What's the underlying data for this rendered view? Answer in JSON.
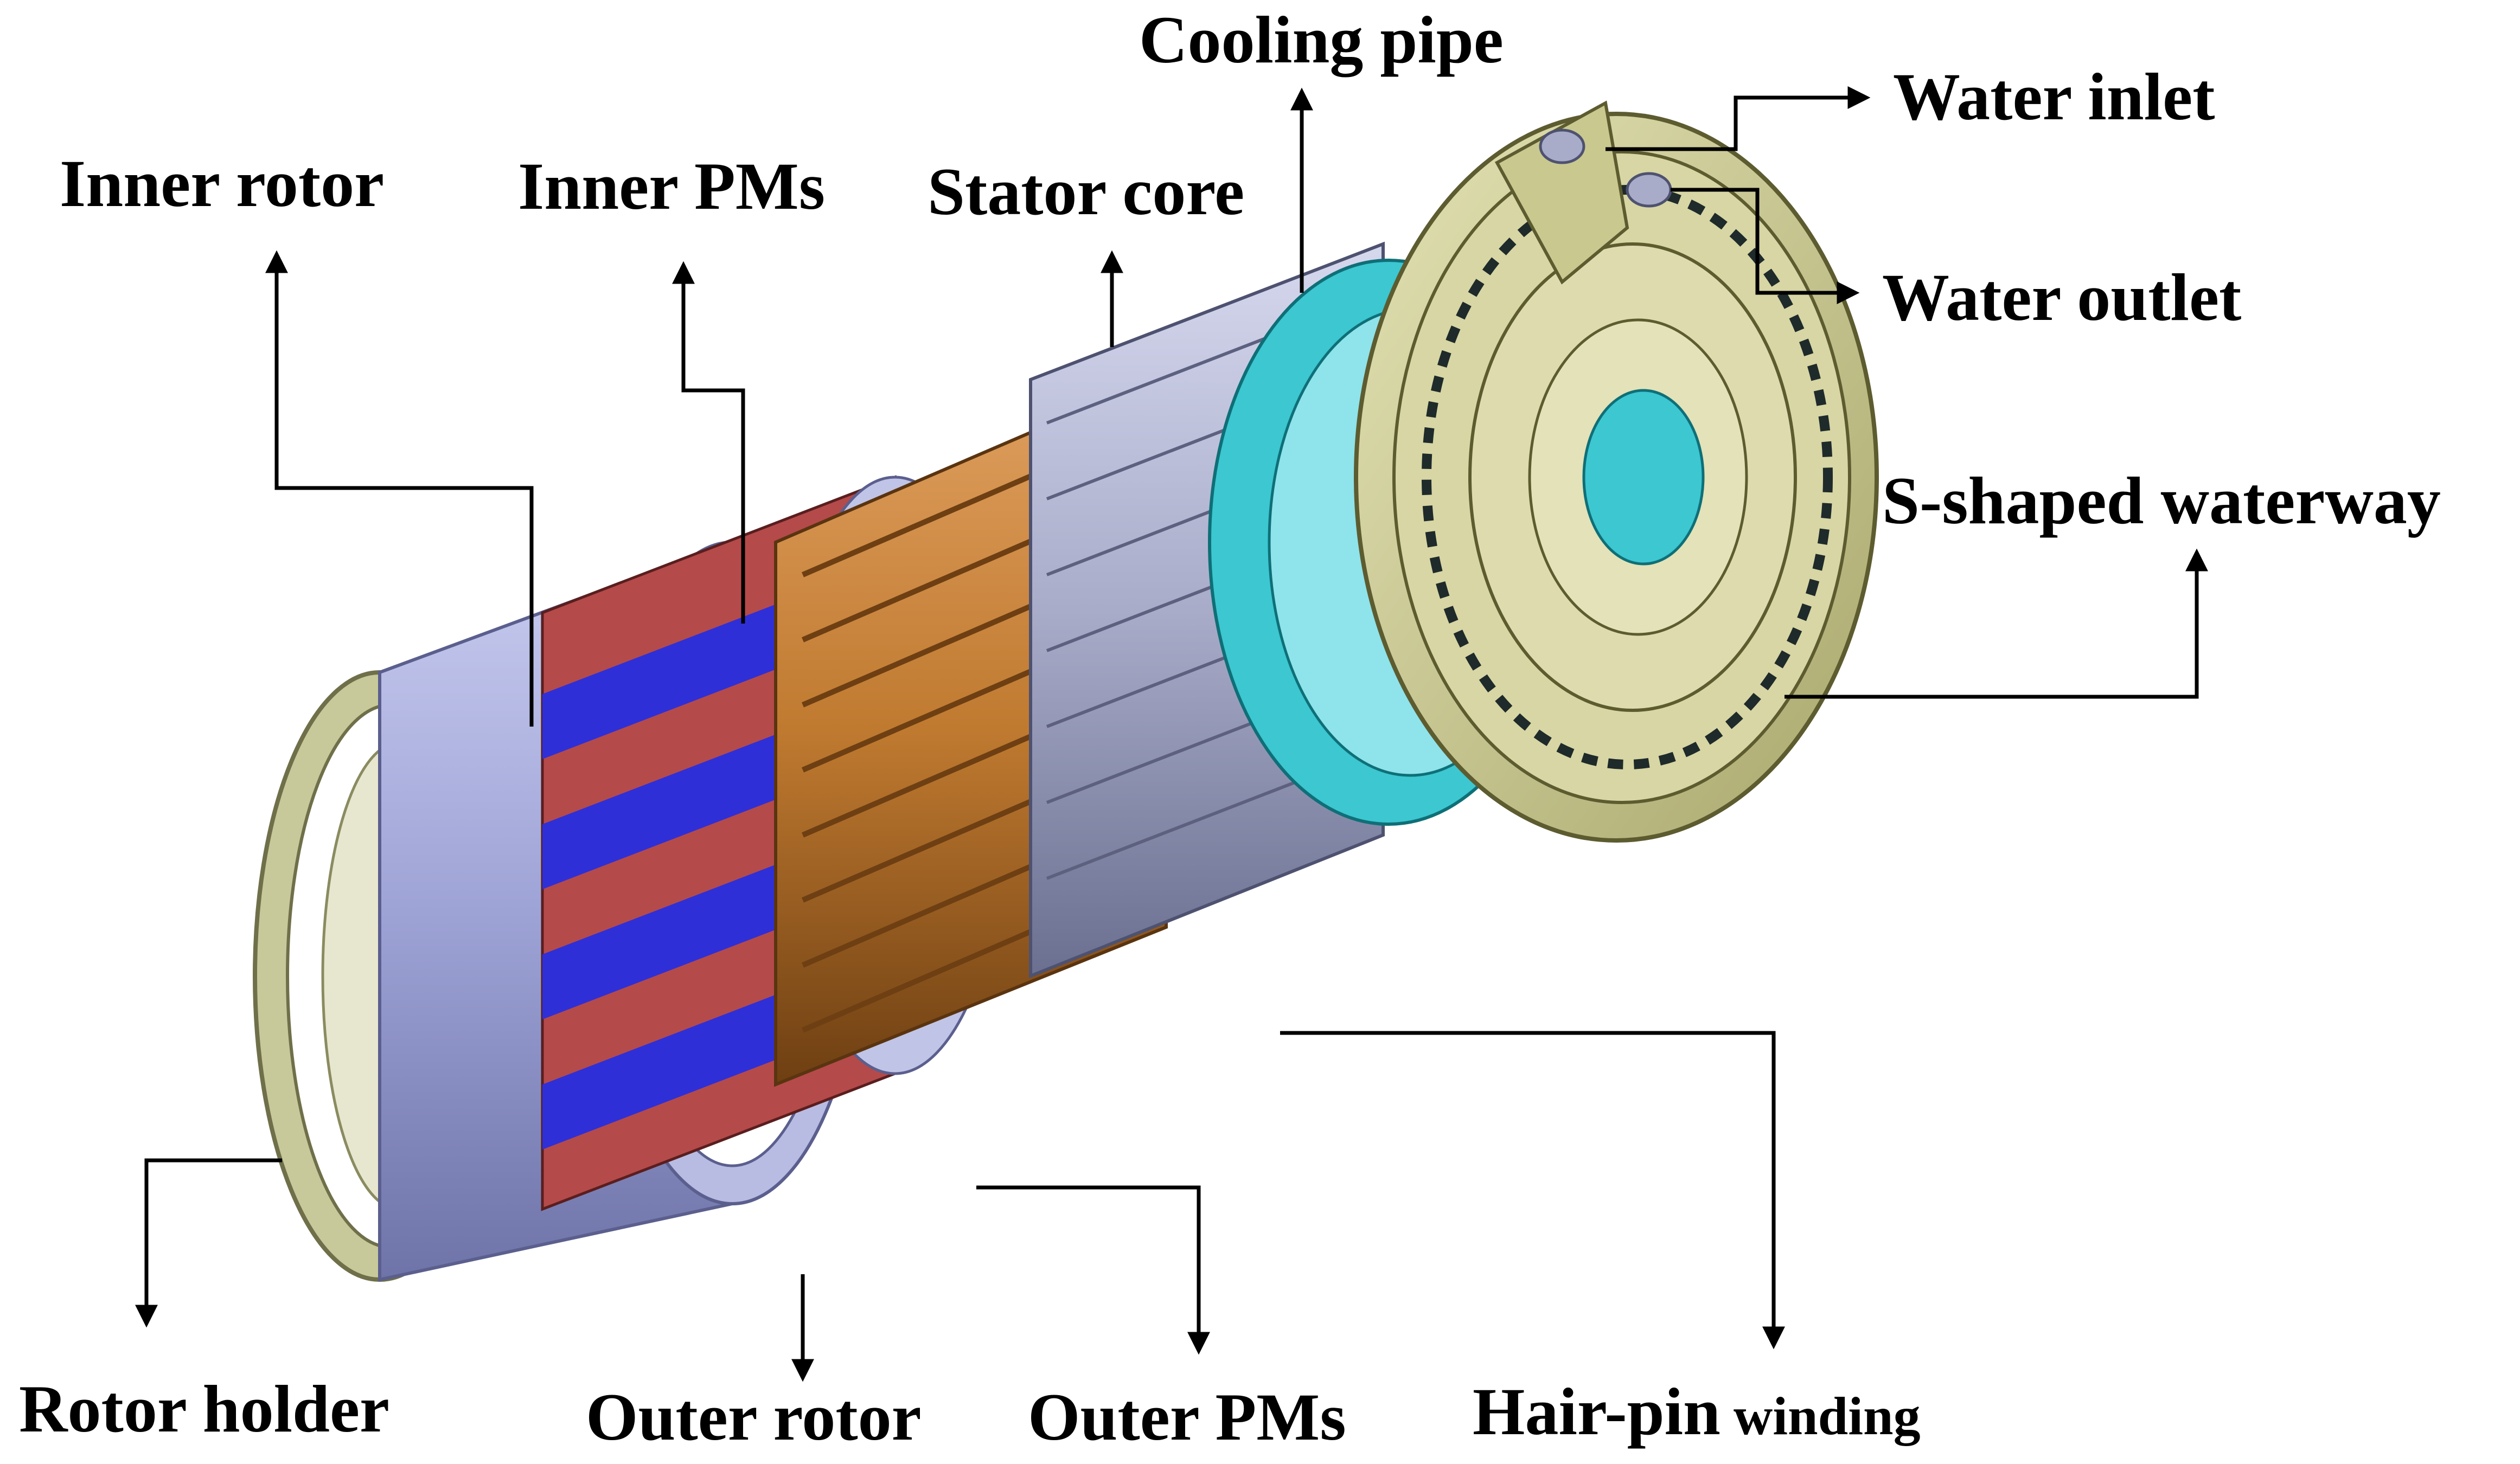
{
  "labels": {
    "cooling_pipe": "Cooling pipe",
    "water_inlet": "Water inlet",
    "water_outlet": "Water outlet",
    "inner_rotor": "Inner rotor",
    "inner_pms": "Inner PMs",
    "stator_core": "Stator core",
    "s_shaped_waterway": "S-shaped waterway",
    "rotor_holder": "Rotor holder",
    "outer_rotor": "Outer rotor",
    "outer_pms": "Outer PMs",
    "hair_pin": "Hair-pin",
    "winding": "winding"
  },
  "colors": {
    "outer_rotor": "#9ea3d6",
    "rotor_holder": "#c7c99a",
    "pm_red": "#b54a4a",
    "pm_blue": "#2f2fd8",
    "hairpin": "#c07a30",
    "stator_core": "#a8acc9",
    "cooling_pipe": "#3cc7d1",
    "end_plate": "#c9c88f",
    "leader": "#000000"
  }
}
